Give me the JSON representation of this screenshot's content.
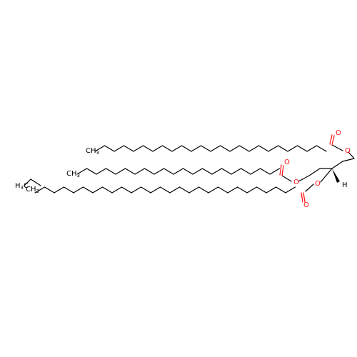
{
  "molecule": {
    "atom_labels": {
      "oxygen": "O",
      "hydrogen": "H",
      "methyl_c": "CH",
      "methyl_h": "H",
      "methyl_h3_c": "C",
      "subscript_3": "3"
    },
    "colors": {
      "bond": "#000000",
      "oxygen": "#ff0d0d"
    }
  }
}
